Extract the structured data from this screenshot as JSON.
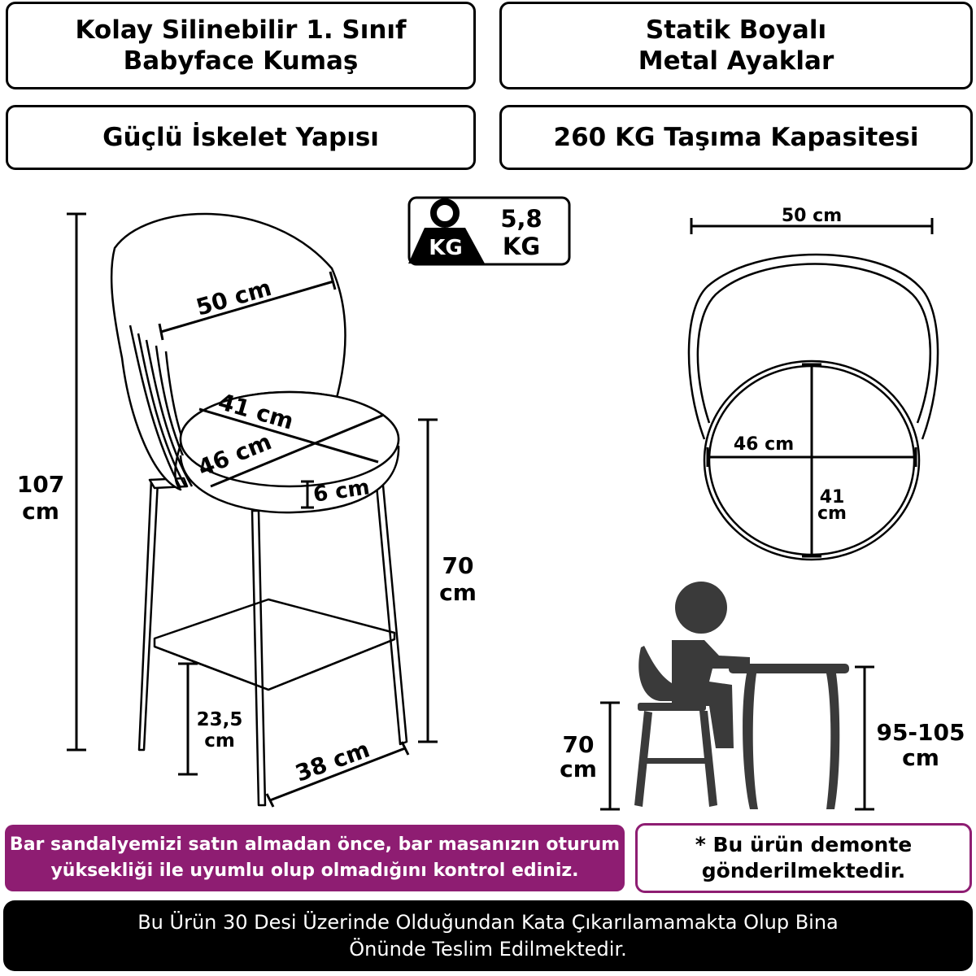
{
  "features": [
    {
      "line1": "Kolay Silinebilir 1. Sınıf",
      "line2": "Babyface Kumaş"
    },
    {
      "line1": "Statik Boyalı",
      "line2": "Metal Ayaklar"
    },
    {
      "line1": "Güçlü İskelet Yapısı"
    },
    {
      "line1": "260 KG Taşıma Kapasitesi"
    }
  ],
  "weight": {
    "icon_label": "KG",
    "value": "5,8",
    "unit": "KG"
  },
  "side_view": {
    "total_height_value": "107",
    "total_height_unit": "cm",
    "back_width": "50 cm",
    "seat_depth": "41 cm",
    "seat_width": "46 cm",
    "cushion": "6 cm",
    "seat_height_value": "70",
    "seat_height_unit": "cm",
    "footrest_value": "23,5",
    "footrest_unit": "cm",
    "base_width": "38 cm"
  },
  "top_view": {
    "width": "50 cm",
    "seat_width": "46 cm",
    "depth_value": "41",
    "depth_unit": "cm"
  },
  "usage": {
    "seat_value": "70",
    "seat_unit": "cm",
    "table_value": "95-105",
    "table_unit": "cm"
  },
  "notes": {
    "purple_line1": "Bar sandalyemizi satın almadan önce, bar masanızın oturum",
    "purple_line2": "yüksekliği ile uyumlu olup olmadığını kontrol ediniz.",
    "demonte_line1": "* Bu ürün demonte",
    "demonte_line2": "gönderilmektedir.",
    "footer_line1": "Bu Ürün 30 Desi Üzerinde Olduğundan Kata Çıkarılamamakta Olup Bina",
    "footer_line2": "Önünde Teslim Edilmektedir."
  },
  "colors": {
    "accent": "#8e1d72",
    "ink": "#000000",
    "background": "#ffffff"
  }
}
